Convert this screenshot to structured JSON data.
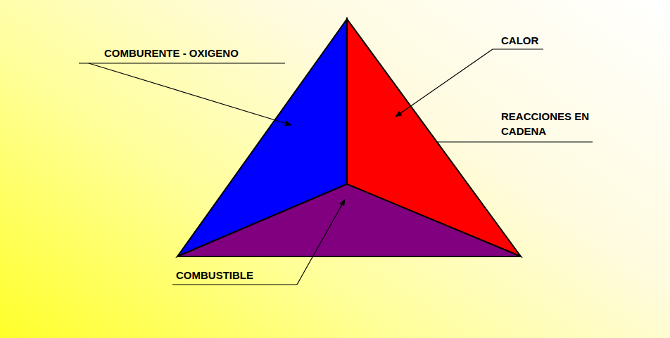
{
  "diagram": {
    "labels": [
      "COMBURENTE - OXIGENO",
      "CALOR",
      "REACCIONES EN CADENA",
      "COMBUSTIBLE"
    ]
  }
}
